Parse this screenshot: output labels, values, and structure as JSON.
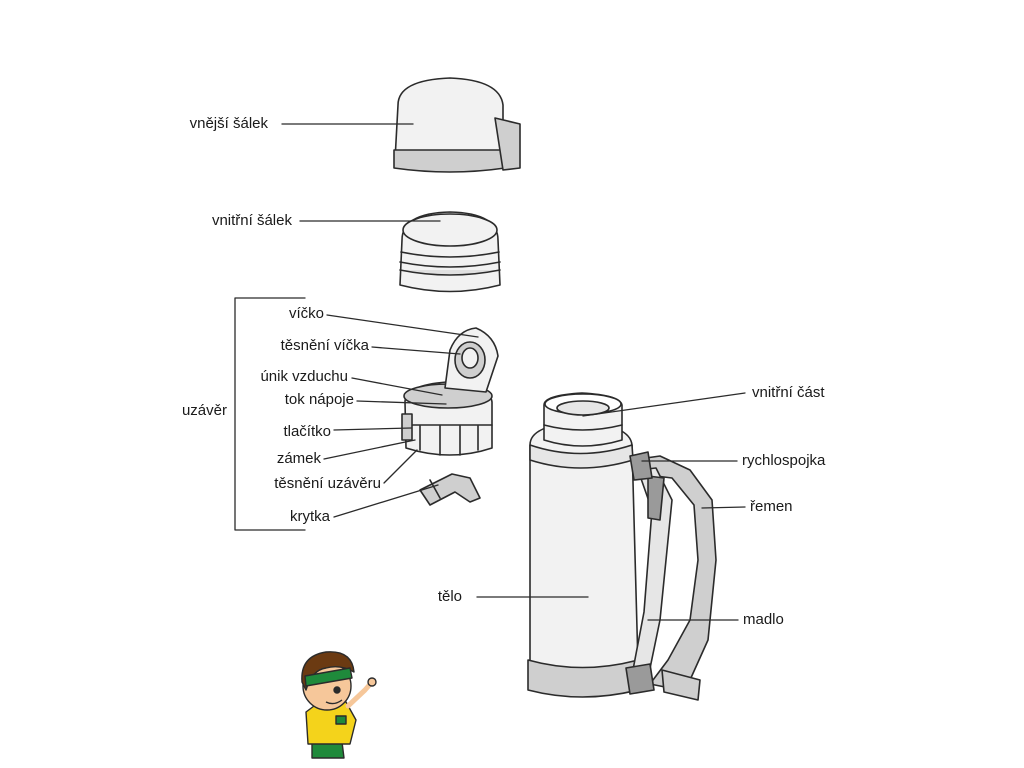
{
  "diagram": {
    "labels": {
      "outer_cup": "vnější šálek",
      "inner_cup": "vnitřní šálek",
      "closure_group": "uzávěr",
      "lid": "víčko",
      "lid_seal": "těsnění víčka",
      "air_vent": "únik vzduchu",
      "drink_flow": "tok nápoje",
      "button": "tlačítko",
      "lock": "zámek",
      "closure_seal": "těsnění uzávěru",
      "cover": "krytka",
      "inner_part": "vnitřní část",
      "quick_clip": "rychlospojka",
      "strap": "řemen",
      "body": "tělo",
      "handle": "madlo"
    },
    "colors": {
      "line": "#2b2b2b",
      "fill_light": "#f2f2f2",
      "fill_band": "#cfcfcf",
      "fill_dark": "#9a9a9a",
      "mascot_shirt": "#f4d31b",
      "mascot_shorts": "#1f8a3b",
      "mascot_hair": "#6b3a12",
      "mascot_skin": "#f6c79a"
    }
  }
}
